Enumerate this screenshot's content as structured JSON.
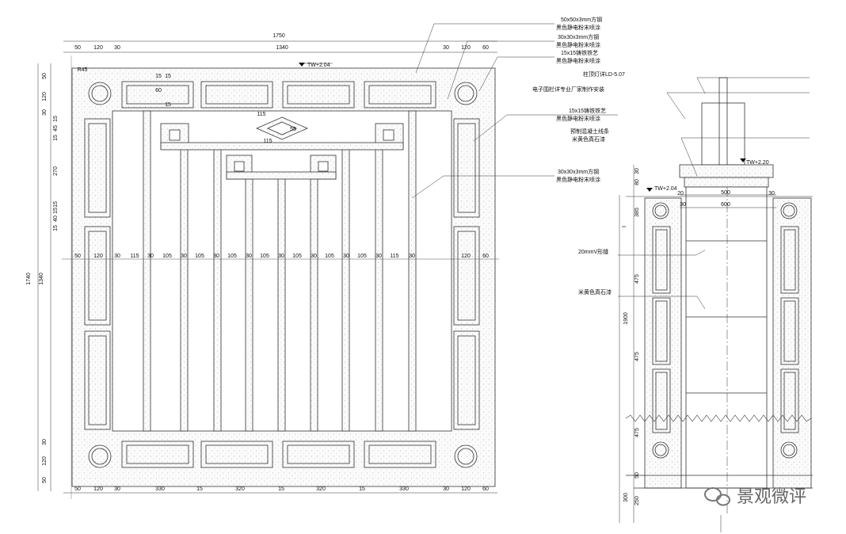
{
  "left_elevation": {
    "dims_top_total": "1750",
    "dims_top_segments": [
      "50",
      "120",
      "30",
      "1340",
      "30",
      "120",
      "60"
    ],
    "dims_mid_segments": [
      "50",
      "120",
      "30",
      "115",
      "30",
      "105",
      "30",
      "105",
      "30",
      "105",
      "30",
      "105",
      "30",
      "105",
      "30",
      "105",
      "30",
      "105",
      "30",
      "115",
      "30",
      "120",
      "60"
    ],
    "dims_bottom_segments": [
      "50",
      "120",
      "30",
      "330",
      "15",
      "320",
      "15",
      "320",
      "15",
      "330",
      "30",
      "120",
      "60"
    ],
    "dims_left_outer": "1740",
    "dims_left_inner": "1340",
    "dims_left_top": [
      "50",
      "120",
      "30",
      "15",
      "45",
      "15",
      "270",
      "15",
      "15",
      "40",
      "15"
    ],
    "dims_left_bottom": [
      "30",
      "120",
      "50"
    ],
    "small_dims": [
      "15",
      "60",
      "15",
      "15",
      "115",
      "115",
      "55",
      "R45"
    ],
    "level_tag": "TW+2.04"
  },
  "right_section": {
    "dims_top": [
      "20",
      "500",
      "30",
      "600",
      "30"
    ],
    "dims_left_top": [
      "30",
      "80",
      "385"
    ],
    "dims_left_mid": [
      "475",
      "1900",
      "475",
      "475"
    ],
    "dims_left_bottom": [
      "50",
      "250",
      "300"
    ],
    "level_tag_left": "TW+2.04",
    "level_tag_right": "TW+2.20"
  },
  "annotations": [
    {
      "line1": "50x50x3mm方钢",
      "line2": "黑色静电粉末喷涂"
    },
    {
      "line1": "30x30x3mm方钢",
      "line2": "黑色静电粉末喷涂"
    },
    {
      "line1": "15x15铸铁铁艺",
      "line2": "黑色静电粉末喷涂"
    },
    {
      "line1": "柱顶灯详LD-5.07",
      "line2": ""
    },
    {
      "line1": "电子围栏详专业厂家制作安装",
      "line2": ""
    },
    {
      "line1": "15x15铸铁铁艺",
      "line2": "黑色静电粉末喷涂"
    },
    {
      "line1": "预制混凝土线条",
      "line2": "米黄色真石漆"
    },
    {
      "line1": "30x30x3mm方钢",
      "line2": "黑色静电粉末喷涂"
    },
    {
      "line1": "20mmV形缝",
      "line2": ""
    },
    {
      "line1": "米黄色真石漆",
      "line2": ""
    }
  ],
  "watermark": "景观微评"
}
